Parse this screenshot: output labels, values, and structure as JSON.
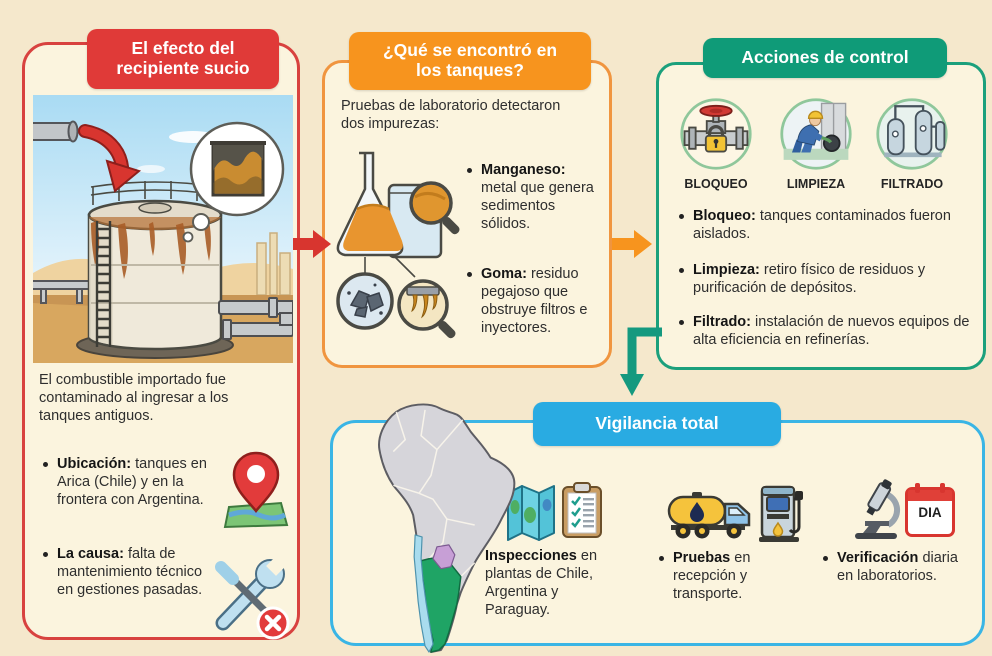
{
  "colors": {
    "page_bg": "#F5E8CC",
    "panel_bg": "#FBF4DE",
    "red_accent": "#E03A38",
    "orange_accent": "#F7941E",
    "green_accent": "#0F9B78",
    "blue_accent": "#29ABE2",
    "teal_arrow": "#14997F",
    "map_chile": "#A9DCEE",
    "map_argentina": "#1FA465",
    "map_paraguay": "#C79FD6",
    "map_other_countries": "#D6D5DA"
  },
  "panel_effect": {
    "title": "El efecto del\nrecipiente sucio",
    "intro": "El combustible importado fue contaminado al ingresar a los tanques antiguos.",
    "bullets": [
      {
        "label": "Ubicación:",
        "text": "tanques en Arica (Chile) y en la frontera con Argentina.",
        "icon": "map-pin-icon"
      },
      {
        "label": "La causa:",
        "text": "falta de mantenimiento técnico en gestiones pasadas.",
        "icon": "repair-tools-icon"
      }
    ]
  },
  "panel_found": {
    "title": "¿Qué se encontró en\nlos tanques?",
    "intro": "Pruebas de laboratorio detectaron dos impurezas:",
    "bullets": [
      {
        "label": "Manganeso:",
        "text": "metal que genera sedimentos sólidos."
      },
      {
        "label": "Goma:",
        "text": "residuo pegajoso que obstruye filtros e inyectores."
      }
    ]
  },
  "panel_control": {
    "title": "Acciones de control",
    "badges": [
      {
        "label": "BLOQUEO",
        "icon": "valve-lock-icon"
      },
      {
        "label": "LIMPIEZA",
        "icon": "worker-cleaning-icon"
      },
      {
        "label": "FILTRADO",
        "icon": "filter-columns-icon"
      }
    ],
    "bullets": [
      {
        "label": "Bloqueo:",
        "text": "tanques contaminados fueron aislados."
      },
      {
        "label": "Limpieza:",
        "text": "retiro físico de residuos y purificación de depósitos."
      },
      {
        "label": "Filtrado:",
        "text": "instalación de nuevos equipos de alta eficiencia en refinerías."
      }
    ]
  },
  "panel_vigilance": {
    "title": "Vigilancia total",
    "bullets": [
      {
        "label": "Inspecciones",
        "text": "en plantas de Chile, Argentina y Paraguay.",
        "icons": "folded-map-icon, checklist-clipboard-icon"
      },
      {
        "label": "Pruebas",
        "text": "en recepción y transporte.",
        "icons": "tanker-truck-icon, fuel-pump-icon"
      },
      {
        "label": "Verificación",
        "text": "diaria en laboratorios.",
        "icons": "microscope-icon, calendar-icon"
      }
    ],
    "calendar_label": "DIA"
  }
}
